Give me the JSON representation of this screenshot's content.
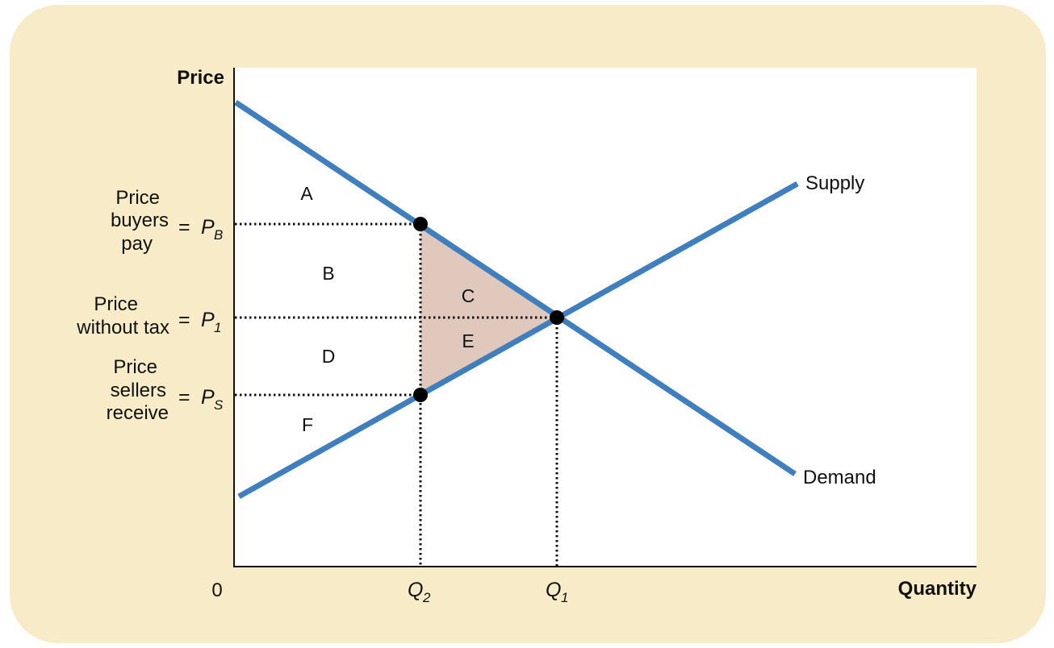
{
  "colors": {
    "panel_background": "#f8ecc8",
    "plot_background": "#ffffff",
    "curve": "#3f7fc0",
    "deadweight_loss_fill": "#e0c8bd",
    "axis": "#111111",
    "point": "#000000"
  },
  "axes": {
    "y_title": "Price",
    "x_title": "Quantity",
    "origin_label": "0"
  },
  "curves": {
    "supply_label": "Supply",
    "demand_label": "Demand"
  },
  "price_labels": [
    {
      "id": "pb",
      "lines": [
        "Price",
        "buyers",
        "pay"
      ],
      "eq": "=",
      "symbol": "P",
      "subscript": "B"
    },
    {
      "id": "p1",
      "lines": [
        "Price",
        "without tax"
      ],
      "eq": "=",
      "symbol": "P",
      "subscript": "1"
    },
    {
      "id": "ps",
      "lines": [
        "Price",
        "sellers",
        "receive"
      ],
      "eq": "=",
      "symbol": "P",
      "subscript": "S"
    }
  ],
  "quantity_labels": [
    {
      "id": "q2",
      "symbol": "Q",
      "subscript": "2"
    },
    {
      "id": "q1",
      "symbol": "Q",
      "subscript": "1"
    }
  ],
  "regions": [
    "A",
    "B",
    "C",
    "D",
    "E",
    "F"
  ],
  "chart_data": {
    "type": "line",
    "x_title": "Quantity",
    "y_title": "Price",
    "series": [
      {
        "name": "Supply",
        "kind": "upward-sloping line"
      },
      {
        "name": "Demand",
        "kind": "downward-sloping line"
      }
    ],
    "marked_points": [
      "P_B at Q_2",
      "P_1 at Q_1",
      "P_S at Q_2"
    ],
    "shaded_area": [
      "C",
      "E"
    ],
    "grid": false
  }
}
